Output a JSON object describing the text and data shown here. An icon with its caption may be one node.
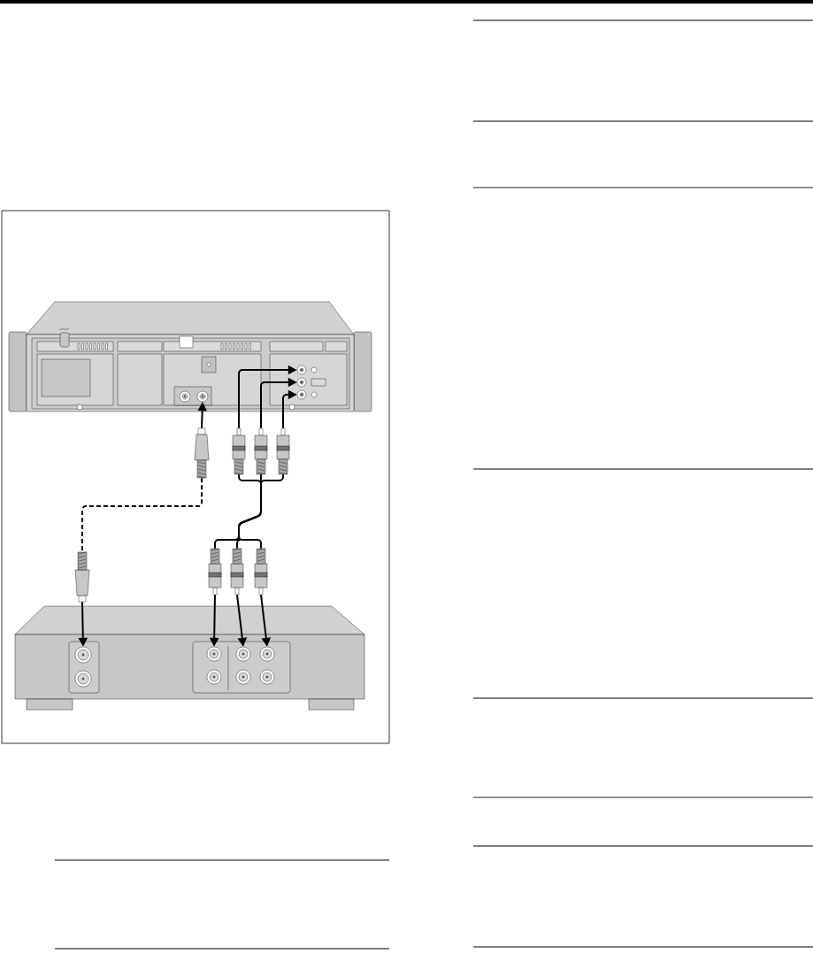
{
  "diagram": {
    "nodes": [
      {
        "text": [],
        "shape": "picture"
      },
      {
        "text": [],
        "shape": "circle",
        "in": 0
      },
      {
        "text": [],
        "shape": "circle",
        "in": 0
      },
      {
        "text": [],
        "shape": "circle",
        "in": 0
      },
      {
        "text": [],
        "shape": "circle",
        "in": 0
      },
      {
        "text": [],
        "shape": "circle",
        "in": 0
      },
      {
        "text": [],
        "shape": "plug"
      },
      {
        "text": [],
        "shape": "plug"
      },
      {
        "text": [],
        "shape": "plug"
      },
      {
        "text": [],
        "shape": "plug"
      },
      {
        "text": [],
        "shape": "plug"
      },
      {
        "text": [],
        "shape": "plug"
      },
      {
        "text": [],
        "shape": "plug"
      },
      {
        "text": [],
        "shape": "plug"
      },
      {
        "text": [],
        "shape": "picture"
      },
      {
        "text": [],
        "shape": "circle",
        "in": 14
      },
      {
        "text": [],
        "shape": "circle",
        "in": 14
      },
      {
        "text": [],
        "shape": "circle",
        "in": 14
      },
      {
        "text": [],
        "shape": "circle",
        "in": 14
      },
      {
        "text": [],
        "shape": "circle",
        "in": 14
      },
      {
        "text": [],
        "shape": "circle",
        "in": 14
      },
      {
        "text": [],
        "shape": "circle",
        "in": 14
      },
      {
        "text": [],
        "shape": "circle",
        "in": 14
      }
    ],
    "edges": [
      {
        "from": 6,
        "to": 2,
        "arrow": "to"
      },
      {
        "from": 7,
        "to": 3,
        "arrow": "to"
      },
      {
        "from": 8,
        "to": 4,
        "arrow": "to"
      },
      {
        "from": 9,
        "to": 5,
        "arrow": "to"
      },
      {
        "from": 6,
        "to": 10,
        "arrow": "none",
        "style": "dashed"
      },
      {
        "from": 7,
        "to": 11,
        "arrow": "none"
      },
      {
        "from": 8,
        "to": 12,
        "arrow": "none"
      },
      {
        "from": 9,
        "to": 13,
        "arrow": "none"
      },
      {
        "from": 10,
        "to": 15,
        "arrow": "to"
      },
      {
        "from": 11,
        "to": 16,
        "arrow": "to"
      },
      {
        "from": 12,
        "to": 17,
        "arrow": "to"
      },
      {
        "from": 13,
        "to": 18,
        "arrow": "to"
      }
    ]
  }
}
